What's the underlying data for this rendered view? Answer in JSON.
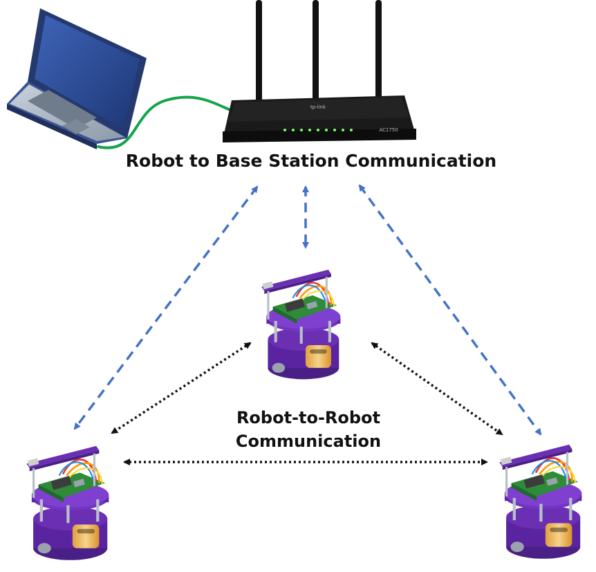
{
  "labels": {
    "base_station": "Robot to Base Station Communication",
    "robot_to_robot_line1": "Robot-to-Robot",
    "robot_to_robot_line2": "Communication"
  },
  "router": {
    "brand_text": "tp-link",
    "model_text": "AC1750"
  },
  "colors": {
    "base_link": "#4472C4",
    "robot_link": "#111111",
    "ethernet_cable": "#16A34A",
    "robot_chassis": "#6B2FB3",
    "router_body": "#1a1a1a",
    "laptop_body": "#2F4A8A"
  }
}
